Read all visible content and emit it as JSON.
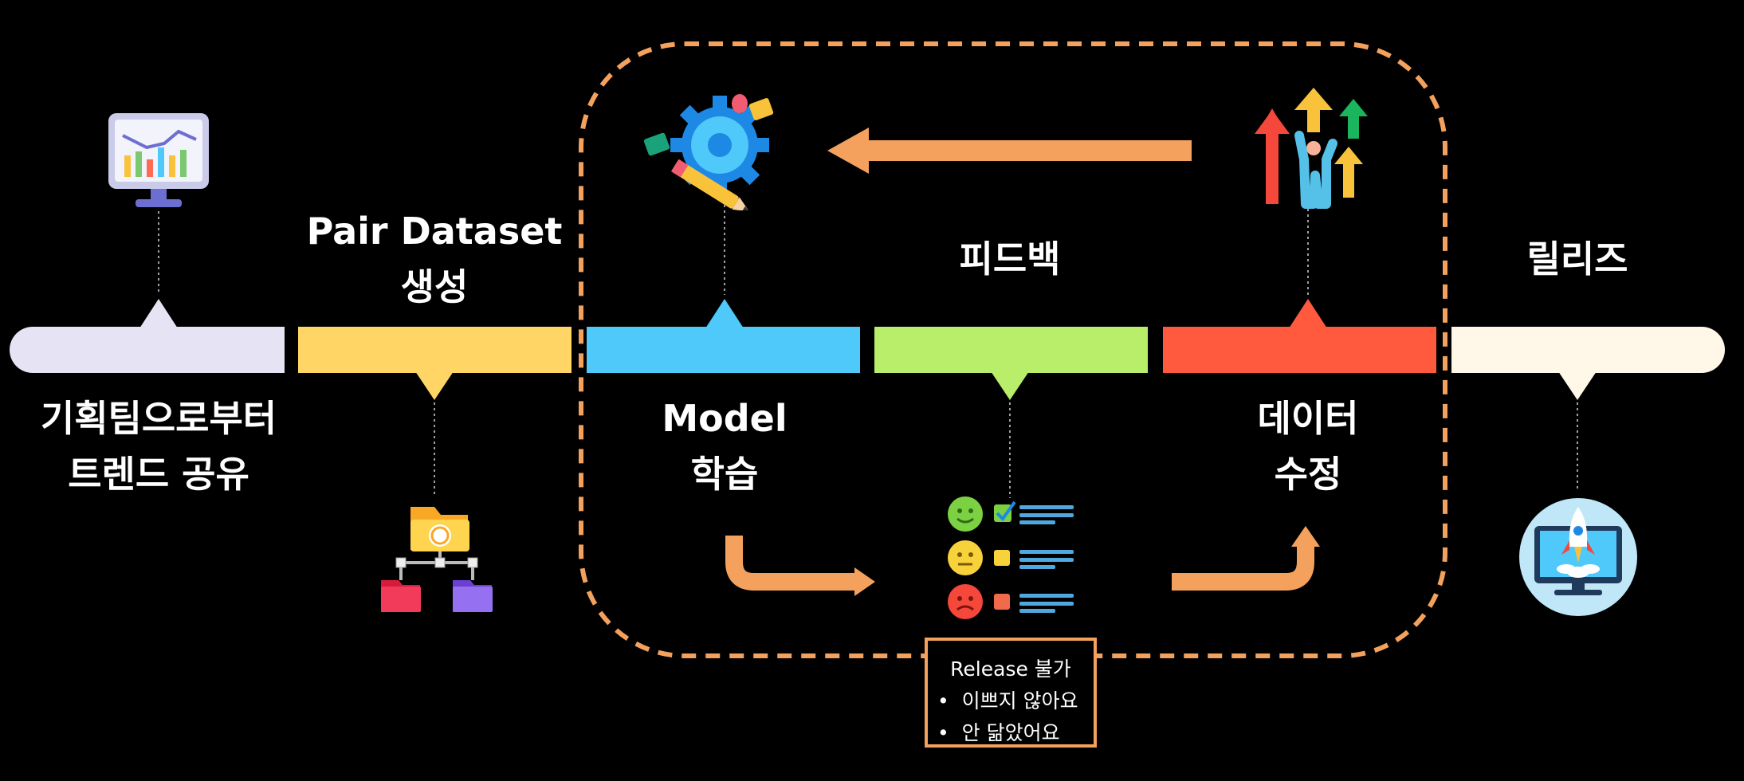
{
  "stages": [
    {
      "label": "기획팀으로부터\n트렌드 공유",
      "icon": "monitor-chart-icon"
    },
    {
      "label": "Pair Dataset\n생성",
      "icon": "folder-network-icon"
    },
    {
      "label": "Model\n학습",
      "icon": "gear-pencil-icon"
    },
    {
      "label": "피드백",
      "icon": "feedback-checklist-icon"
    },
    {
      "label": "데이터\n수정",
      "icon": "growth-arrows-person-icon"
    },
    {
      "label": "릴리즈",
      "icon": "rocket-monitor-icon"
    }
  ],
  "stage_lines": {
    "s0": [
      "기획팀으로부터",
      "트렌드 공유"
    ],
    "s1": [
      "Pair Dataset",
      "생성"
    ],
    "s2": [
      "Model",
      "학습"
    ],
    "s3": [
      "피드백"
    ],
    "s4": [
      "데이터",
      "수정"
    ],
    "s5": [
      "릴리즈"
    ]
  },
  "callout": {
    "title": "Release 불가",
    "items": [
      "이쁘지 않아요",
      "안 닮았어요"
    ]
  },
  "colors": {
    "s0": "#E6E4F4",
    "s1": "#FFD666",
    "s2": "#4FC8FA",
    "s3": "#B8EE6A",
    "s4": "#FF5A3E",
    "s5": "#FFF8E8",
    "loop": "#F4A15D"
  }
}
